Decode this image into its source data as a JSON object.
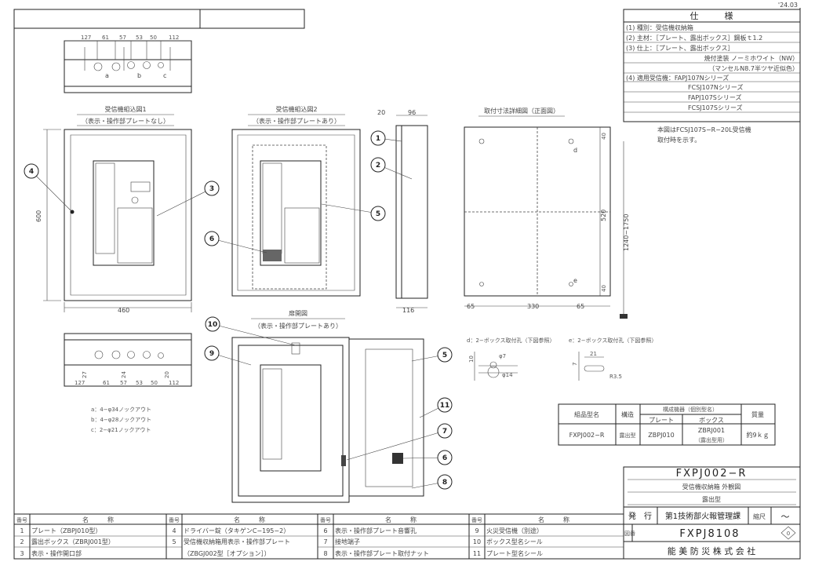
{
  "date": "'24.03",
  "spec": {
    "title": "仕　　　様",
    "rows": [
      "(1) 種別：受信機収納箱",
      "(2) 主材：［プレート、露出ボックス］鋼板ｔ1.2",
      "(3) 仕上：［プレート、露出ボックス］",
      "焼付塗装 ノーミホワイト（NW）",
      "（マンセルN8.7半ツヤ近似色）",
      "(4) 適用受信機：FAPJ107Nシリーズ",
      "FCSJ107Nシリーズ",
      "FAPJ107Sシリーズ",
      "FCSJ107Sシリーズ"
    ],
    "note1": "本図はFCSJ107S−R−20L受信機",
    "note2": "取付時を示す。"
  },
  "views": {
    "fig1_title": "受信機組込図1",
    "fig1_sub": "（表示・操作部プレートなし）",
    "fig2_title": "受信機組込図2",
    "fig2_sub": "（表示・操作部プレートあり）",
    "mount_title": "取付寸法詳細図（正面図）",
    "door_title": "扉開図",
    "door_sub": "（表示・操作部プレートあり）"
  },
  "dims": {
    "top": [
      "127",
      "61",
      "57",
      "53",
      "50",
      "112"
    ],
    "knock_v": [
      "27",
      "24",
      "20"
    ],
    "knock_labels": [
      "a",
      "b",
      "c"
    ],
    "h600": "600",
    "w460": "460",
    "side_top": [
      "20",
      "96"
    ],
    "side_bottom": "116",
    "mount_h": [
      "65",
      "330",
      "65"
    ],
    "mount_v": [
      "40",
      "520",
      "40"
    ],
    "mount_range": "1240~1750",
    "mount_d": "d",
    "mount_e": "e"
  },
  "knockouts": [
    "a：4−φ34ノックアウト",
    "b：4−φ28ノックアウト",
    "c：2−φ21ノックアウト"
  ],
  "details": {
    "d_title": "d：2−ボックス取付孔（下図参照）",
    "e_title": "e：2−ボックス取付孔（下図参照）",
    "d_dims": [
      "10",
      "φ7",
      "φ14"
    ],
    "e_dims": [
      "7",
      "21",
      "R3.5"
    ]
  },
  "component_table": {
    "headers": [
      "組品型名",
      "構造",
      "構成機器（個別型名）",
      "プレート",
      "ボックス",
      "質量"
    ],
    "row": [
      "FXPJ002−R",
      "露出型",
      "ZBPJ010",
      "ZBRJ001",
      "（露出型用）",
      "約9ｋｇ"
    ]
  },
  "title_block": {
    "model": "FXPJ002−R",
    "name": "受信機収納箱 外観図",
    "type": "露出型",
    "issue_label": "発　行",
    "department": "第1技術部火報管理課",
    "scale_label": "縮尺",
    "scale_value": "〜",
    "drawing_no_label": "図番",
    "drawing_no": "FXPJ8108",
    "revision": "0",
    "company": "能 美 防 災 株 式 会 社"
  },
  "parts": {
    "no_header": "番号",
    "name_header": "名　　　称",
    "items": [
      {
        "no": "1",
        "name": "プレート（ZBPJ010型）"
      },
      {
        "no": "2",
        "name": "露出ボックス（ZBRJ001型）"
      },
      {
        "no": "3",
        "name": "表示・操作開口部"
      },
      {
        "no": "4",
        "name": "ドライバー錠（タキゲンC−195−2）"
      },
      {
        "no": "5",
        "name": "受信機収納箱用表示・操作部プレート"
      },
      {
        "no": "",
        "name": "（ZBGJ002型［オプション］）"
      },
      {
        "no": "6",
        "name": "表示・操作部プレート音響孔"
      },
      {
        "no": "7",
        "name": "接地端子"
      },
      {
        "no": "8",
        "name": "表示・操作部プレート取付ナット"
      },
      {
        "no": "9",
        "name": "火災受信機（別途）"
      },
      {
        "no": "10",
        "name": "ボックス型名シール"
      },
      {
        "no": "11",
        "name": "プレート型名シール"
      }
    ]
  },
  "balloons": [
    "1",
    "2",
    "3",
    "4",
    "5",
    "6",
    "9",
    "10",
    "5",
    "11",
    "7",
    "6",
    "8"
  ]
}
